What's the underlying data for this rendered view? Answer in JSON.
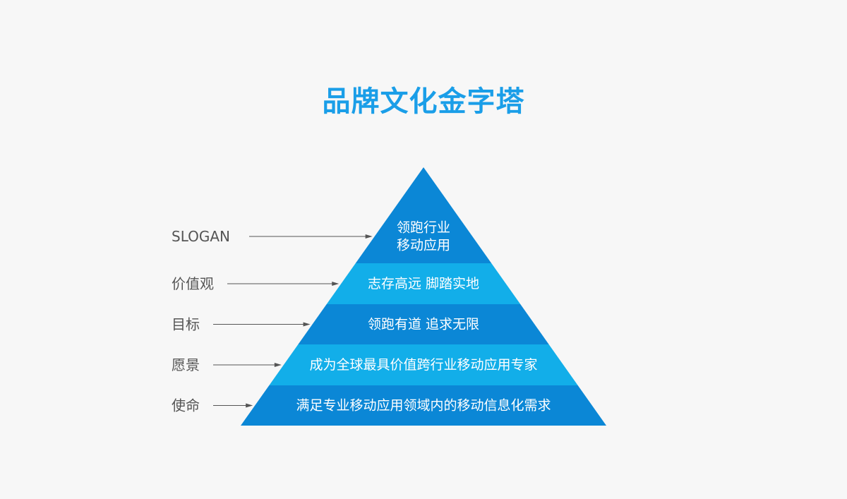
{
  "title": "品牌文化金字塔",
  "colors": {
    "title": "#1a9ee8",
    "tier_dark": "#0b87d6",
    "tier_light": "#12aee9",
    "label": "#555555",
    "arrow": "#555555",
    "background": "#f7f7f7"
  },
  "tiers": [
    {
      "label": "SLOGAN",
      "lines": [
        "领跑行业",
        "移动应用"
      ],
      "shade": "dark"
    },
    {
      "label": "价值观",
      "lines": [
        "志存高远  脚踏实地"
      ],
      "shade": "light"
    },
    {
      "label": "目标",
      "lines": [
        "领跑有道  追求无限"
      ],
      "shade": "dark"
    },
    {
      "label": "愿景",
      "lines": [
        "成为全球最具价值跨行业移动应用专家"
      ],
      "shade": "light"
    },
    {
      "label": "使命",
      "lines": [
        "满足专业移动应用领域内的移动信息化需求"
      ],
      "shade": "dark"
    }
  ]
}
